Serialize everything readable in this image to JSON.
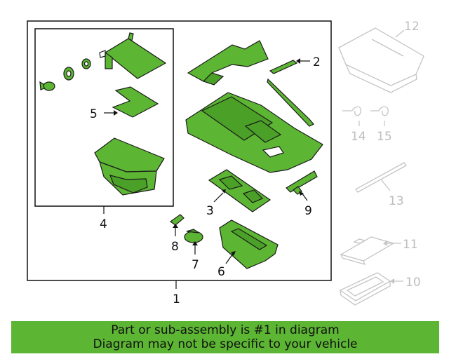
{
  "colors": {
    "part_fill": "#5cb533",
    "part_stroke": "#1a1a1a",
    "ghost_stroke": "#c4c4c4",
    "banner_bg": "#5cb533"
  },
  "callouts": {
    "c1": "1",
    "c2": "2",
    "c3": "3",
    "c4": "4",
    "c5": "5",
    "c6": "6",
    "c7": "7",
    "c8": "8",
    "c9": "9",
    "c10": "10",
    "c11": "11",
    "c12": "12",
    "c13": "13",
    "c14": "14",
    "c15": "15"
  },
  "banner": {
    "line1": "Part or sub-assembly is #1 in diagram",
    "line2": "Diagram may not be specific to your vehicle"
  }
}
